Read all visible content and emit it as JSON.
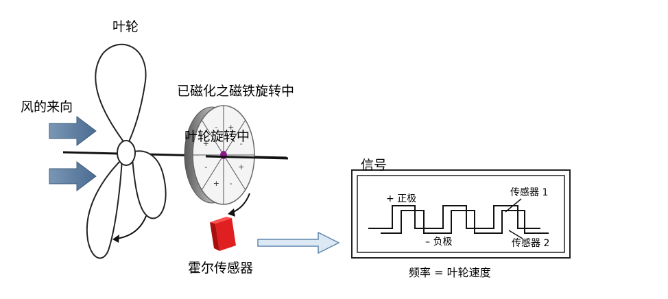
{
  "labels": {
    "impeller": "叶轮",
    "wind_direction": "风的来向",
    "magnet_rotating": "已磁化之磁铁旋转中",
    "impeller_rotating": "叶轮旋转中",
    "hall_sensor": "霍尔传感器",
    "signal": "信号",
    "positive": "+ 正极",
    "negative": "– 负极",
    "sensor1": "传感器 1",
    "sensor2": "传感器 2",
    "formula": "频率 = 叶轮速度"
  },
  "disk_signs": [
    "+",
    "-",
    "+",
    "-",
    "+",
    "-",
    "+",
    "-"
  ],
  "colors": {
    "wind_arrow": "#4f7296",
    "hall_sensor": "#e02020",
    "magnet_center": "#8a1a8a",
    "signal_arrow_fill": "#dce9f5",
    "signal_arrow_stroke": "#5f86ad"
  }
}
